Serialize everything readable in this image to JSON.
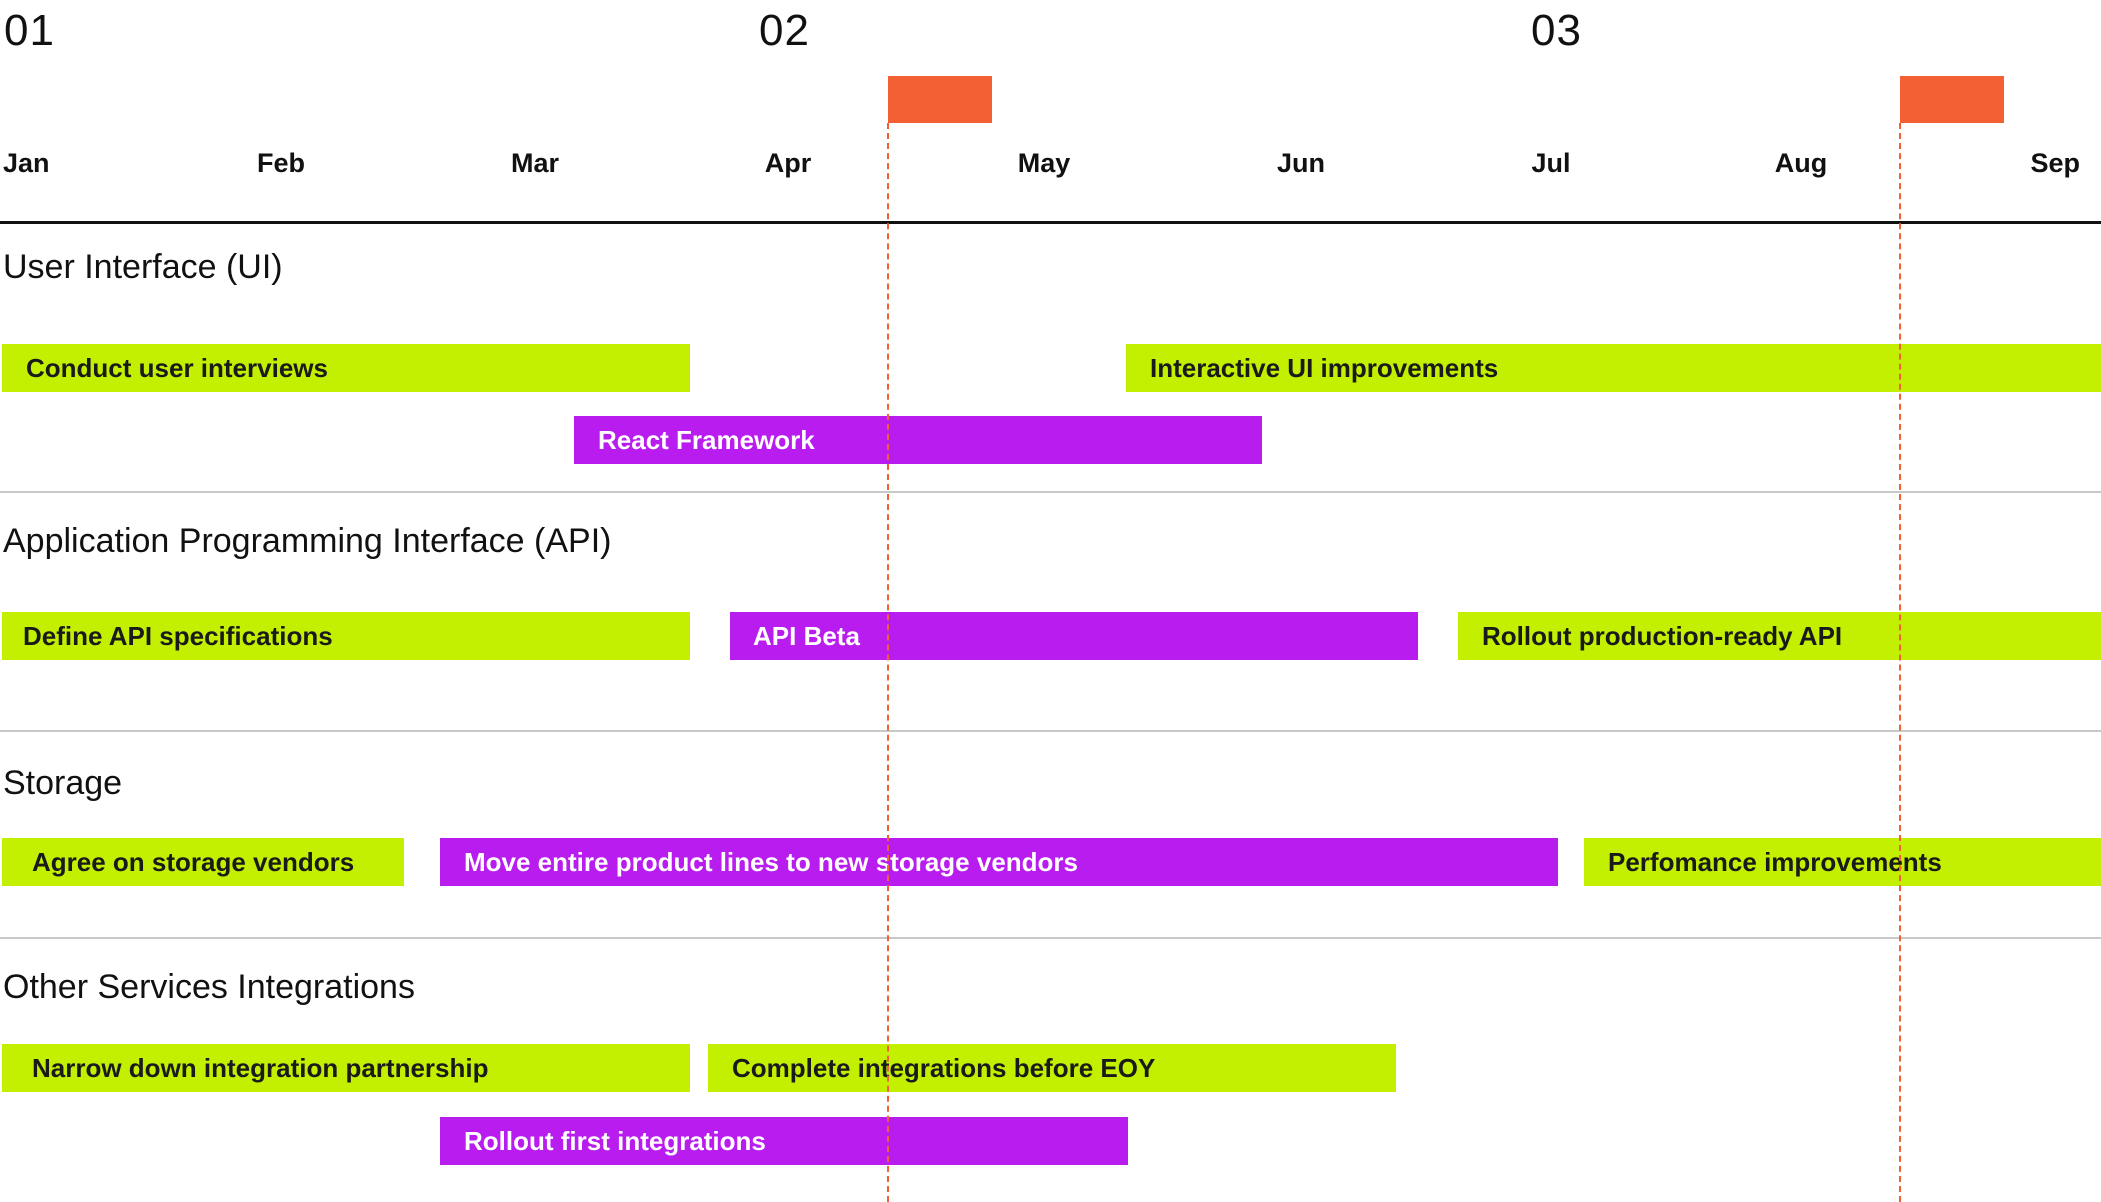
{
  "quarters": [
    "01",
    "02",
    "03"
  ],
  "months": [
    "Jan",
    "Feb",
    "Mar",
    "Apr",
    "May",
    "Jun",
    "Jul",
    "Aug",
    "Sep"
  ],
  "colors": {
    "lime": "#c2f000",
    "violet": "#b81cef",
    "marker": "#f26033",
    "axis": "#111111",
    "separator": "#c8c8c8"
  },
  "sections": [
    {
      "title": "User Interface (UI)",
      "tasks": [
        {
          "label": "Conduct user interviews",
          "color": "lime"
        },
        {
          "label": "Interactive UI improvements",
          "color": "lime"
        },
        {
          "label": "React Framework",
          "color": "violet"
        }
      ]
    },
    {
      "title": "Application Programming Interface (API)",
      "tasks": [
        {
          "label": "Define API specifications",
          "color": "lime"
        },
        {
          "label": "API Beta",
          "color": "violet"
        },
        {
          "label": "Rollout production-ready API",
          "color": "lime"
        }
      ]
    },
    {
      "title": "Storage",
      "tasks": [
        {
          "label": "Agree on storage vendors",
          "color": "lime"
        },
        {
          "label": "Move entire product lines to new storage vendors",
          "color": "violet"
        },
        {
          "label": "Perfomance improvements",
          "color": "lime"
        }
      ]
    },
    {
      "title": "Other Services Integrations",
      "tasks": [
        {
          "label": "Narrow down integration partnership",
          "color": "lime"
        },
        {
          "label": "Complete integrations before EOY",
          "color": "lime"
        },
        {
          "label": "Rollout first integrations",
          "color": "violet"
        }
      ]
    }
  ]
}
